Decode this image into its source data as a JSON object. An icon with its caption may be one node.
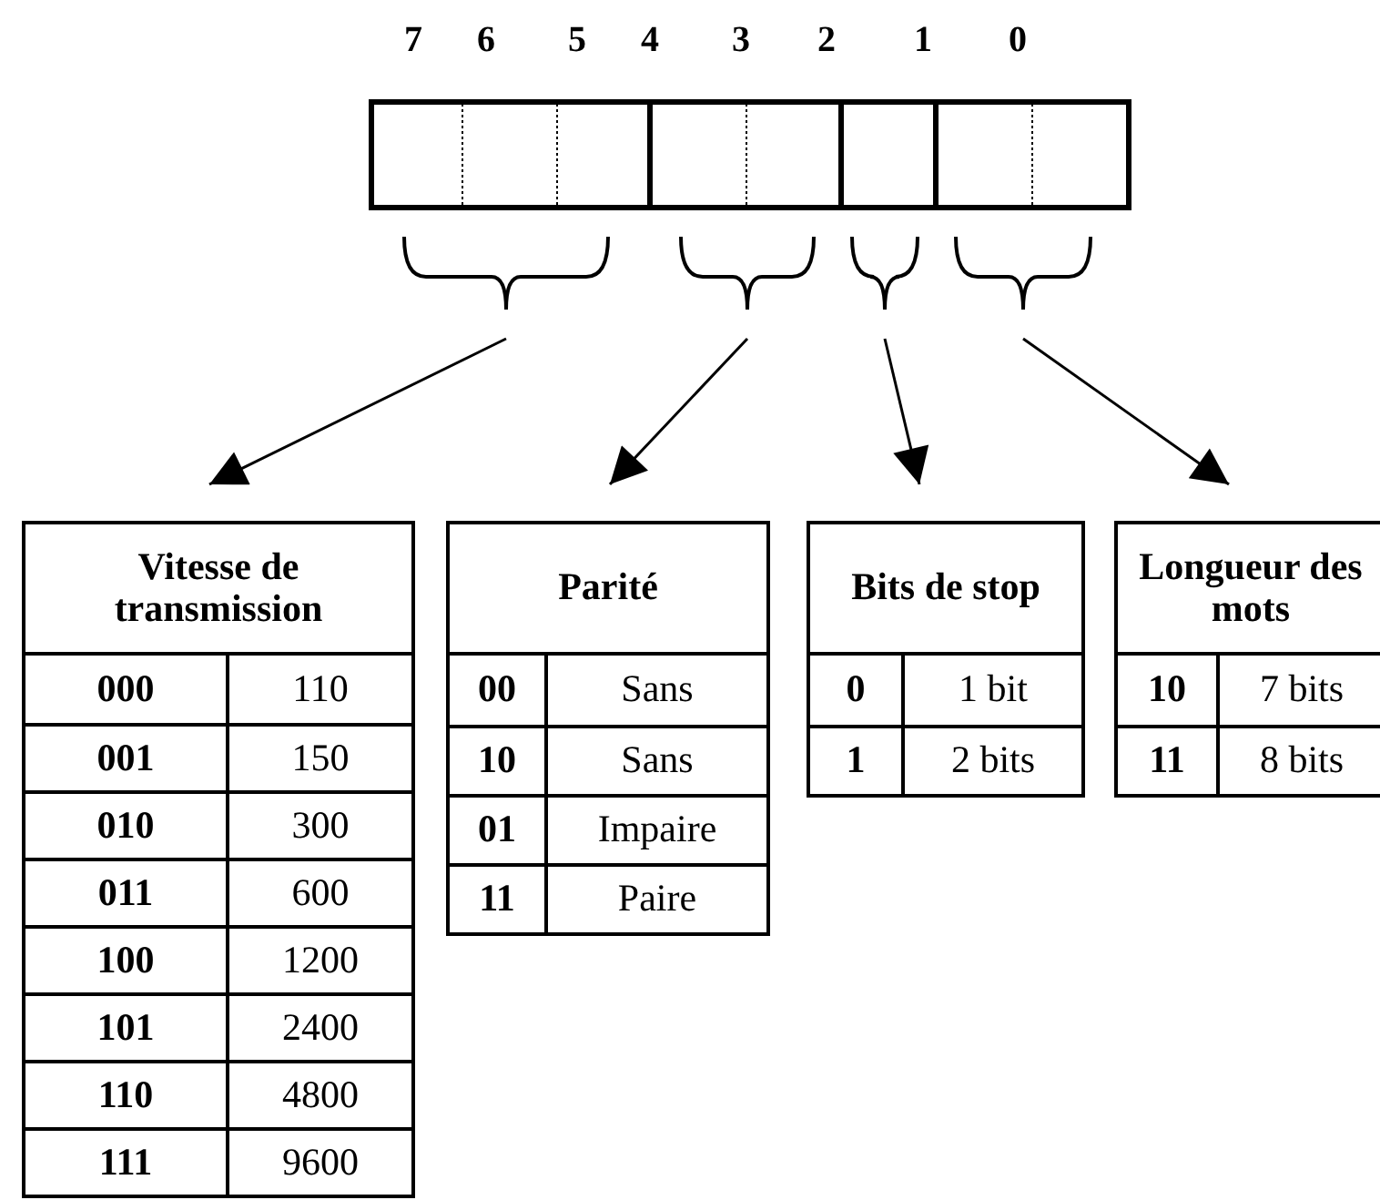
{
  "diagram": {
    "nodes": [
      {
        "text": [],
        "shape": "brace"
      },
      {
        "text": [],
        "shape": "brace"
      },
      {
        "text": [],
        "shape": "brace"
      },
      {
        "text": [],
        "shape": "brace"
      },
      {
        "text": [
          "Vitesse de transmission",
          "000",
          "110",
          "001",
          "150",
          "010",
          "300",
          "011",
          "600",
          "100",
          "1200",
          "101",
          "2400",
          "110",
          "4800",
          "111",
          "9600"
        ]
      },
      {
        "text": [
          "Parité",
          "00",
          "Sans",
          "10",
          "Sans",
          "01",
          "Impaire",
          "11",
          "Paire"
        ]
      },
      {
        "text": [
          "Bits de stop",
          "0",
          "1 bit",
          "1",
          "2 bits"
        ]
      },
      {
        "text": [
          "Longueur des mots",
          "10",
          "7 bits",
          "11",
          "8 bits"
        ]
      }
    ],
    "edges": [
      {
        "from": 0,
        "to": 4,
        "arrow": "to"
      },
      {
        "from": 1,
        "to": 5,
        "arrow": "to"
      },
      {
        "from": 2,
        "to": 6,
        "arrow": "to"
      },
      {
        "from": 3,
        "to": 7,
        "arrow": "to"
      }
    ],
    "labels": [
      "7",
      "6",
      "5",
      "4",
      "3",
      "2",
      "1",
      "0"
    ]
  }
}
